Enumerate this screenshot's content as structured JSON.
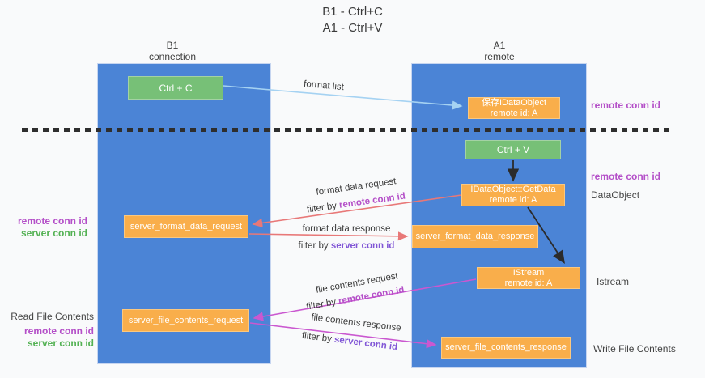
{
  "title": {
    "line1": "B1 - Ctrl+C",
    "line2": "A1 - Ctrl+V"
  },
  "lifelines": {
    "left": {
      "name": "B1",
      "role": "connection"
    },
    "right": {
      "name": "A1",
      "role": "remote"
    }
  },
  "boxes": {
    "ctrl_c": "Ctrl + C",
    "ctrl_v": "Ctrl + V",
    "save_idataobject": {
      "line1": "保存IDataObject",
      "line2": "remote id: A"
    },
    "getdata": {
      "line1": "IDataObject::GetData",
      "line2": "remote id: A"
    },
    "istream": {
      "line1": "IStream",
      "line2": "remote id: A"
    },
    "format_request": "server_format_data_request",
    "format_response": "server_format_data_response",
    "file_request": "server_file_contents_request",
    "file_response": "server_file_contents_response"
  },
  "arrow_labels": {
    "format_list": "format list",
    "format_data_request": "format data request",
    "format_data_response": "format data response",
    "file_contents_request": "file contents request",
    "file_contents_response": "file contents response",
    "filter_prefix": "filter by ",
    "remote_conn_id": "remote conn id",
    "server_conn_id": "server conn id"
  },
  "annotations": {
    "left_remote_conn_id": "remote conn id",
    "left_server_conn_id": "server conn id",
    "read_file_contents": "Read File Contents",
    "read_remote_conn_id": "remote conn id",
    "read_server_conn_id": "server conn id",
    "right_remote_conn_id_top": "remote conn id",
    "right_remote_conn_id_mid": "remote conn id",
    "data_object": "DataObject",
    "istream": "Istream",
    "write_file_contents": "Write File Contents"
  },
  "colors": {
    "background": "#f9fafb",
    "lifeline_blue": "#4b84d6",
    "box_green": "#77c077",
    "box_orange": "#f9ae4b",
    "arrow_light_blue": "#a5d2f2",
    "arrow_salmon": "#e87878",
    "arrow_magenta": "#ca58d0",
    "arrow_black": "#2b2b2b",
    "text_magenta": "#b44fc8",
    "text_green": "#53b153",
    "text_purple": "#8156d6",
    "text_dark": "#3c3c3c"
  }
}
